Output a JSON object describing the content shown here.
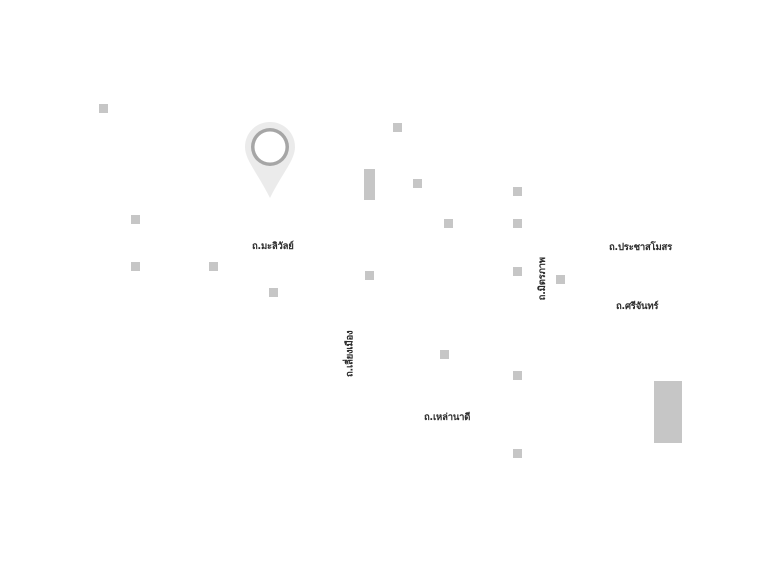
{
  "map": {
    "background": "#ffffff",
    "marker_color": "#c6c6c6",
    "pin": {
      "icon": "location-pin-icon",
      "outer_color": "#ebebeb",
      "ring_color": "#a6a6a6",
      "center_color": "#ffffff"
    },
    "streets": {
      "malivan": "ถ.มะลิวัลย์",
      "prachasamosorn": "ถ.ประชาสโมสร",
      "mittraphap": "ถ.มิตรภาพ",
      "srichan": "ถ.ศรีจันทร์",
      "liangmueang": "ถ.เลี่ยงเมือง",
      "laonadi": "ถ.เหล่านาดี"
    }
  }
}
